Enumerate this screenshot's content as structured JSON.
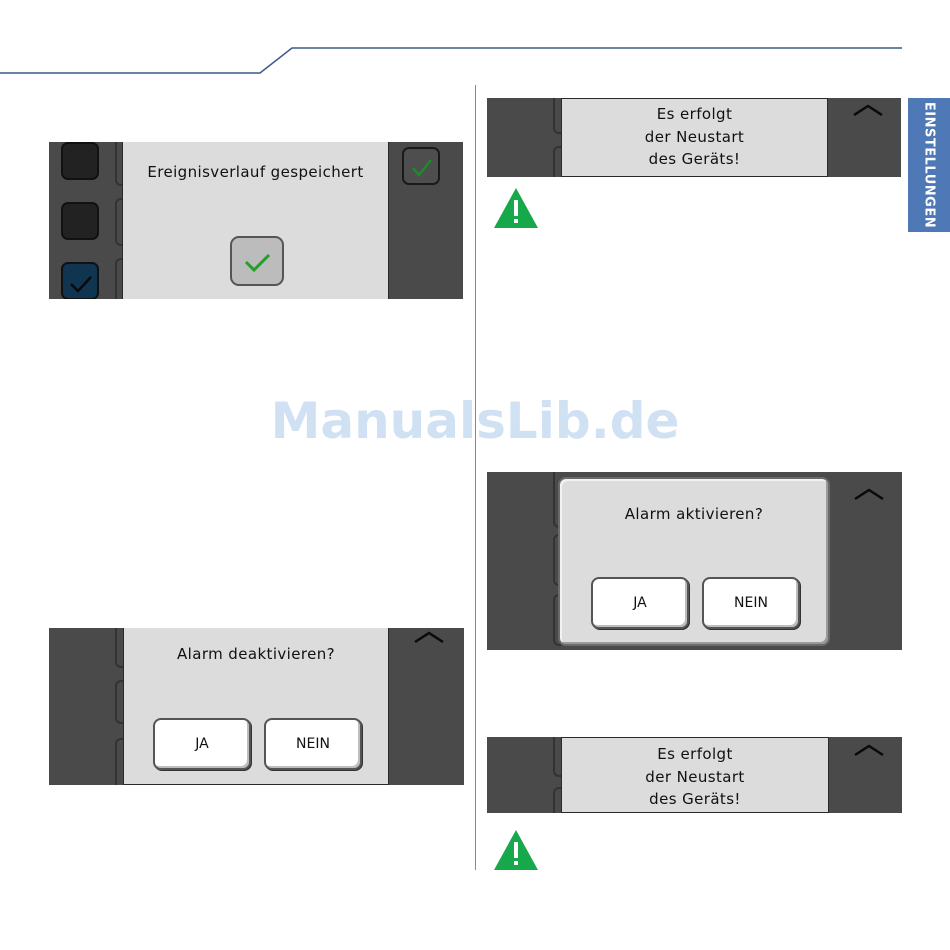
{
  "side_tab": {
    "label": "EINSTELLUNGEN"
  },
  "watermark": "ManualsLib.de",
  "screens": {
    "event_saved": {
      "message": "Ereignisverlauf gespeichert"
    },
    "alarm_off": {
      "question": "Alarm deaktivieren?",
      "yes": "JA",
      "no": "NEIN"
    },
    "restart_top": {
      "lines": [
        "Es erfolgt",
        "der Neustart",
        "des Geräts!"
      ]
    },
    "alarm_on": {
      "question": "Alarm aktivieren?",
      "yes": "JA",
      "no": "NEIN"
    },
    "restart_bottom": {
      "lines": [
        "Es erfolgt",
        "der Neustart",
        "des Geräts!"
      ]
    }
  },
  "colors": {
    "accent_blue": "#4f78b6",
    "warning_green": "#17a84b",
    "check_green": "#21a02a"
  },
  "icons": [
    "check-icon",
    "chevron-up-icon",
    "warning-icon"
  ]
}
